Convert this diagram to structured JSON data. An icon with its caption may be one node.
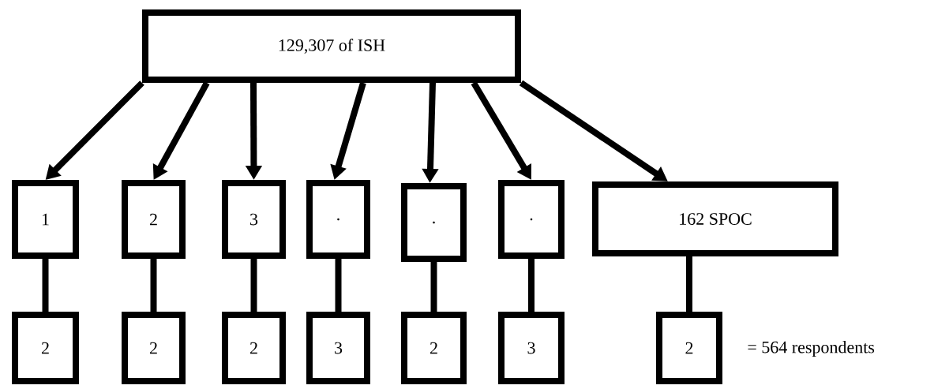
{
  "diagram": {
    "nodes": [
      {
        "text": [
          "129,307 of ISH"
        ]
      },
      {
        "text": [
          "1"
        ]
      },
      {
        "text": [
          "2"
        ]
      },
      {
        "text": [
          "3"
        ]
      },
      {
        "text": [
          "."
        ]
      },
      {
        "text": [
          "."
        ]
      },
      {
        "text": [
          "."
        ]
      },
      {
        "text": [
          "162 SPOC"
        ]
      },
      {
        "text": [
          "2"
        ]
      },
      {
        "text": [
          "2"
        ]
      },
      {
        "text": [
          "2"
        ]
      },
      {
        "text": [
          "3"
        ]
      },
      {
        "text": [
          "2"
        ]
      },
      {
        "text": [
          "3"
        ]
      },
      {
        "text": [
          "2"
        ]
      }
    ],
    "edges": [
      {
        "from": 0,
        "to": 1,
        "arrow": "to"
      },
      {
        "from": 0,
        "to": 2,
        "arrow": "to"
      },
      {
        "from": 0,
        "to": 3,
        "arrow": "to"
      },
      {
        "from": 0,
        "to": 4,
        "arrow": "to"
      },
      {
        "from": 0,
        "to": 5,
        "arrow": "to"
      },
      {
        "from": 0,
        "to": 6,
        "arrow": "to"
      },
      {
        "from": 0,
        "to": 7,
        "arrow": "to"
      },
      {
        "from": 1,
        "to": 8,
        "arrow": "none"
      },
      {
        "from": 2,
        "to": 9,
        "arrow": "none"
      },
      {
        "from": 3,
        "to": 10,
        "arrow": "none"
      },
      {
        "from": 4,
        "to": 11,
        "arrow": "none"
      },
      {
        "from": 5,
        "to": 12,
        "arrow": "none"
      },
      {
        "from": 6,
        "to": 13,
        "arrow": "none"
      },
      {
        "from": 7,
        "to": 14,
        "arrow": "none"
      }
    ],
    "labels": [
      "= 564 respondents"
    ]
  }
}
